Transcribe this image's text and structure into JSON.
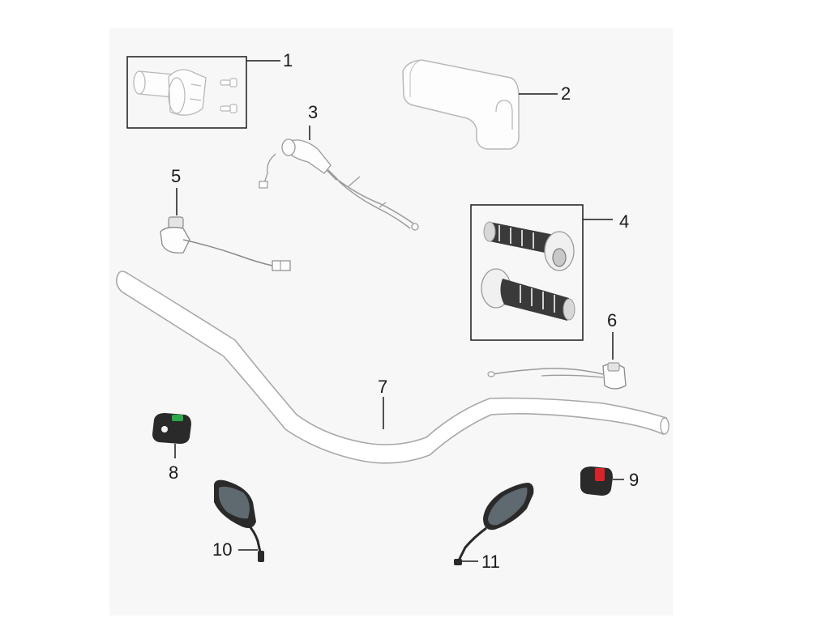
{
  "diagram": {
    "part_numbers": [
      "1",
      "2",
      "3",
      "4",
      "5",
      "6",
      "7",
      "8",
      "9",
      "10",
      "11"
    ],
    "colors": {
      "background": "#ffffff",
      "panel": "#f7f7f7",
      "outline": "#b8b8b8",
      "dark_part": "#2a2a2a",
      "grip_rubber": "#3a3a3a",
      "mirror_glass": "#5e6a70",
      "switch_green": "#2aa84a",
      "switch_red": "#d8232a",
      "leader": "#1a1a1a"
    },
    "parts": [
      {
        "number": "1",
        "icon": "throttle-assembly-icon"
      },
      {
        "number": "2",
        "icon": "handlebar-pad-icon"
      },
      {
        "number": "3",
        "icon": "throttle-cable-icon"
      },
      {
        "number": "4",
        "icon": "handlebar-grips-icon"
      },
      {
        "number": "5",
        "icon": "left-lever-switch-icon"
      },
      {
        "number": "6",
        "icon": "right-lever-switch-icon"
      },
      {
        "number": "7",
        "icon": "handlebar-icon"
      },
      {
        "number": "8",
        "icon": "left-switch-block-icon"
      },
      {
        "number": "9",
        "icon": "right-switch-block-icon"
      },
      {
        "number": "10",
        "icon": "left-mirror-icon"
      },
      {
        "number": "11",
        "icon": "right-mirror-icon"
      }
    ]
  }
}
